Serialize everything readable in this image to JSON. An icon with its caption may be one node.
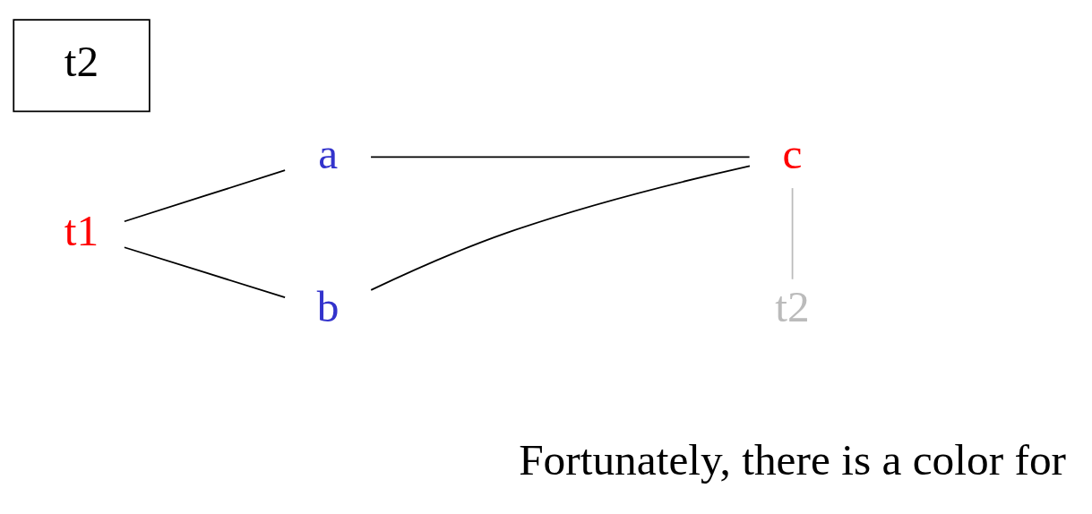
{
  "diagram": {
    "nodes": [
      {
        "text": [
          "t1"
        ]
      },
      {
        "text": [
          "a"
        ]
      },
      {
        "text": [
          "c"
        ]
      },
      {
        "text": [
          "b"
        ]
      },
      {
        "text": [
          "t2"
        ]
      }
    ],
    "edges": [
      {
        "from": 0,
        "to": 1,
        "arrow": "none"
      },
      {
        "from": 1,
        "to": 2,
        "arrow": "none"
      },
      {
        "from": 0,
        "to": 3,
        "arrow": "none"
      },
      {
        "from": 3,
        "to": 2,
        "arrow": "none"
      },
      {
        "from": 2,
        "to": 4,
        "arrow": "none",
        "color": "#bbbbbb"
      }
    ],
    "labels": [
      "t2",
      "Fortunately, there is a color for"
    ]
  }
}
